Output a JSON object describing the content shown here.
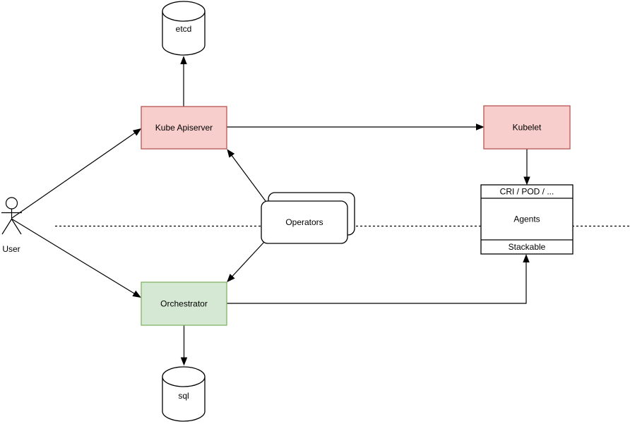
{
  "diagram": {
    "background": "#ffffff",
    "colors": {
      "node_red_fill": "#f8cecc",
      "node_red_stroke": "#b85450",
      "node_green_fill": "#d5e8d4",
      "node_green_stroke": "#82b366",
      "plain_fill": "#ffffff",
      "line": "#000000"
    },
    "nodes": {
      "etcd": {
        "label": "etcd",
        "shape": "cylinder"
      },
      "kube_apiserver": {
        "label": "Kube Apiserver",
        "shape": "rect"
      },
      "kubelet": {
        "label": "Kubelet",
        "shape": "rect"
      },
      "operators": {
        "label": "Operators",
        "shape": "stacked-rounded-rect"
      },
      "cri_stack": {
        "header": "CRI / POD / ...",
        "body": "Agents",
        "footer": "Stackable",
        "shape": "sectioned-rect"
      },
      "orchestrator": {
        "label": "Orchestrator",
        "shape": "rect"
      },
      "sql": {
        "label": "sql",
        "shape": "cylinder"
      },
      "user": {
        "label": "User",
        "shape": "actor"
      }
    },
    "edges": [
      {
        "id": "user-to-kube-apiserver",
        "from": "user",
        "to": "kube_apiserver",
        "arrow": "end"
      },
      {
        "id": "user-to-orchestrator",
        "from": "user",
        "to": "orchestrator",
        "arrow": "end"
      },
      {
        "id": "kube-apiserver-to-etcd",
        "from": "kube_apiserver",
        "to": "etcd",
        "arrow": "end"
      },
      {
        "id": "kube-apiserver-to-kubelet",
        "from": "kube_apiserver",
        "to": "kubelet",
        "arrow": "end"
      },
      {
        "id": "kubelet-to-cri-stack",
        "from": "kubelet",
        "to": "cri_stack",
        "arrow": "end"
      },
      {
        "id": "operators-to-kube-apiserver",
        "from": "operators",
        "to": "kube_apiserver",
        "arrow": "end"
      },
      {
        "id": "operators-to-orchestrator",
        "from": "operators",
        "to": "orchestrator",
        "arrow": "end"
      },
      {
        "id": "orchestrator-to-stackable",
        "from": "orchestrator",
        "to": "cri_stack",
        "arrow": "end"
      },
      {
        "id": "orchestrator-to-sql",
        "from": "orchestrator",
        "to": "sql",
        "arrow": "end"
      }
    ],
    "separator": {
      "style": "dashed",
      "orientation": "horizontal"
    }
  }
}
